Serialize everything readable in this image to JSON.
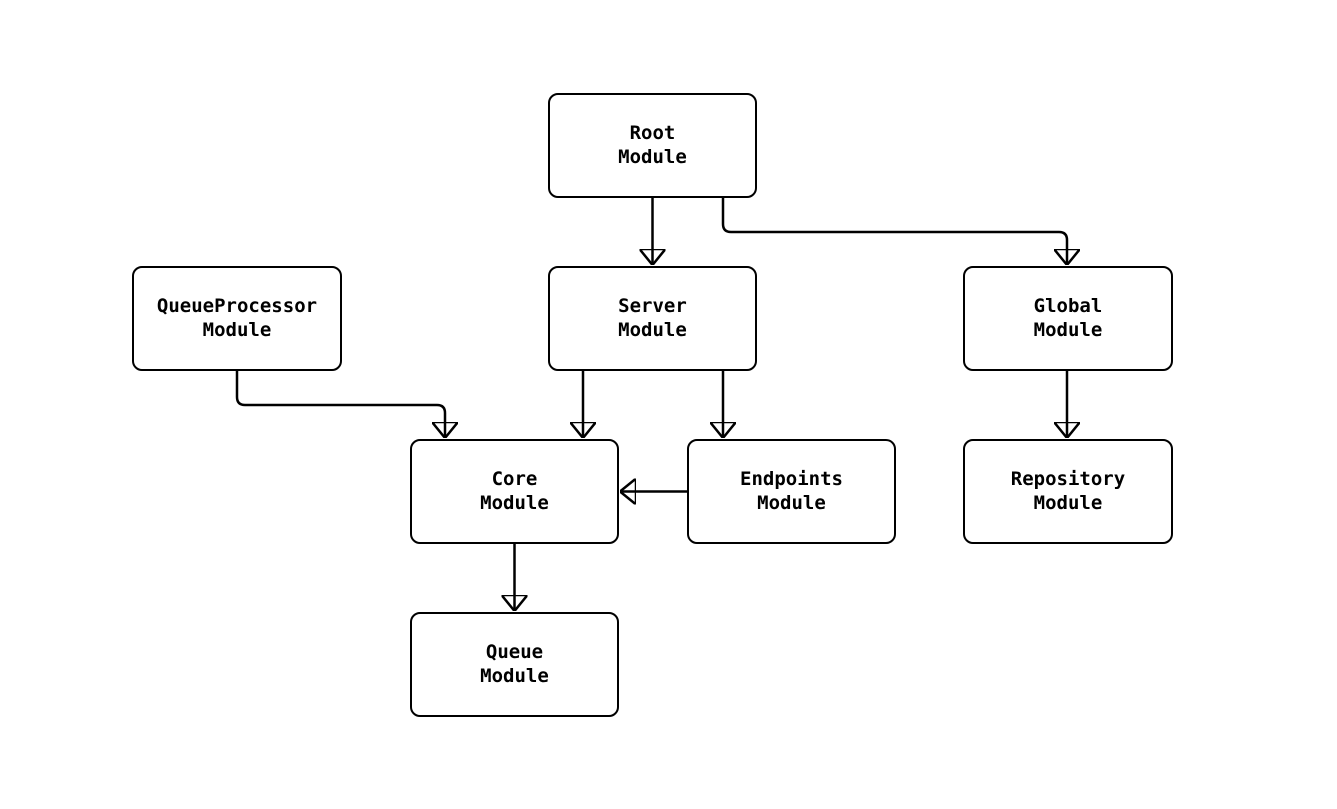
{
  "diagram": {
    "type": "module-dependency-flowchart",
    "background_color": "#ffffff",
    "node_fill": "#ffffff",
    "node_border_color": "#000000",
    "edge_color": "#000000",
    "text_color": "#000000",
    "nodes": [
      {
        "id": "root",
        "label": "Root\nModule"
      },
      {
        "id": "queueProcessor",
        "label": "QueueProcessor\nModule"
      },
      {
        "id": "server",
        "label": "Server\nModule"
      },
      {
        "id": "global",
        "label": "Global\nModule"
      },
      {
        "id": "core",
        "label": "Core\nModule"
      },
      {
        "id": "endpoints",
        "label": "Endpoints\nModule"
      },
      {
        "id": "repository",
        "label": "Repository\nModule"
      },
      {
        "id": "queue",
        "label": "Queue\nModule"
      }
    ],
    "edges": [
      {
        "from": "root",
        "to": "server"
      },
      {
        "from": "root",
        "to": "global"
      },
      {
        "from": "queueProcessor",
        "to": "core"
      },
      {
        "from": "server",
        "to": "core"
      },
      {
        "from": "server",
        "to": "endpoints"
      },
      {
        "from": "endpoints",
        "to": "core"
      },
      {
        "from": "global",
        "to": "repository"
      },
      {
        "from": "core",
        "to": "queue"
      }
    ]
  }
}
